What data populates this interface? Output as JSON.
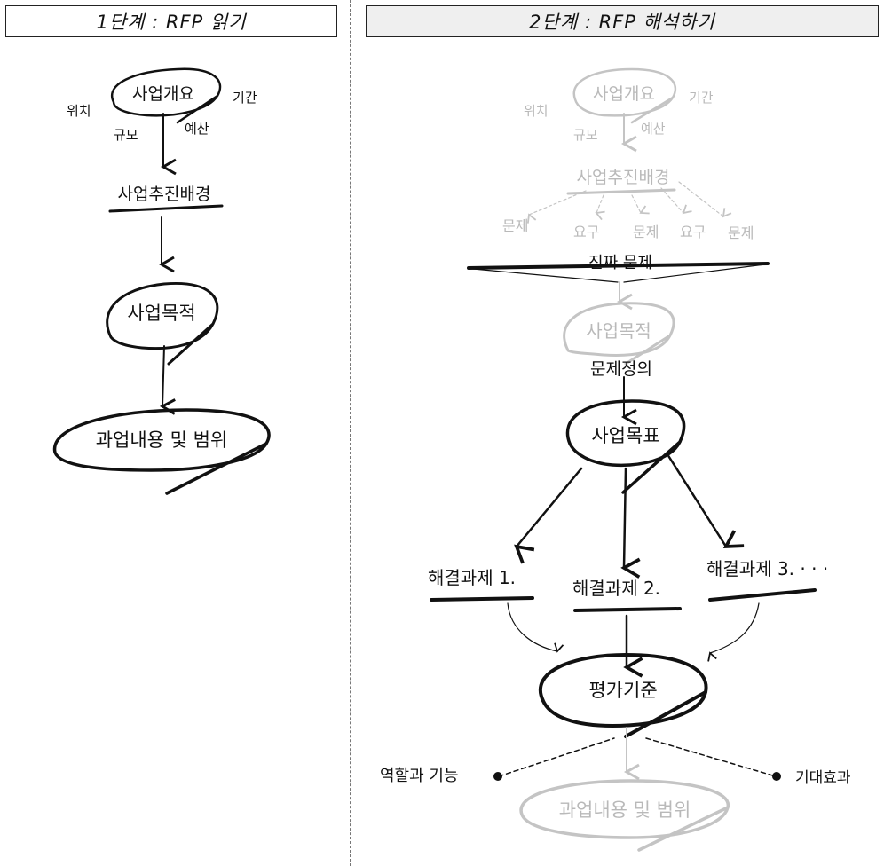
{
  "stage1": {
    "header": "1단계 :   RFP 읽기",
    "overview": "사업개요",
    "location": "위치",
    "scale": "규모",
    "budget": "예산",
    "period": "기간",
    "background": "사업추진배경",
    "purpose": "사업목적",
    "scope": "과업내용 및 범위"
  },
  "stage2": {
    "header": "2단계 :   RFP 해석하기",
    "overview": "사업개요",
    "location": "위치",
    "scale": "규모",
    "budget": "예산",
    "period": "기간",
    "background": "사업추진배경",
    "branches": [
      "문제",
      "요구",
      "문제",
      "요구",
      "문제"
    ],
    "real_problem": "진짜 문제",
    "purpose": "사업목적",
    "problem_definition": "문제정의",
    "goal": "사업목표",
    "task1": "해결과제 1.",
    "task2": "해결과제 2.",
    "task3": "해결과제 3. · · ·",
    "criteria": "평가기준",
    "role": "역할과 기능",
    "effect": "기대효과",
    "scope": "과업내용 및 범위"
  }
}
